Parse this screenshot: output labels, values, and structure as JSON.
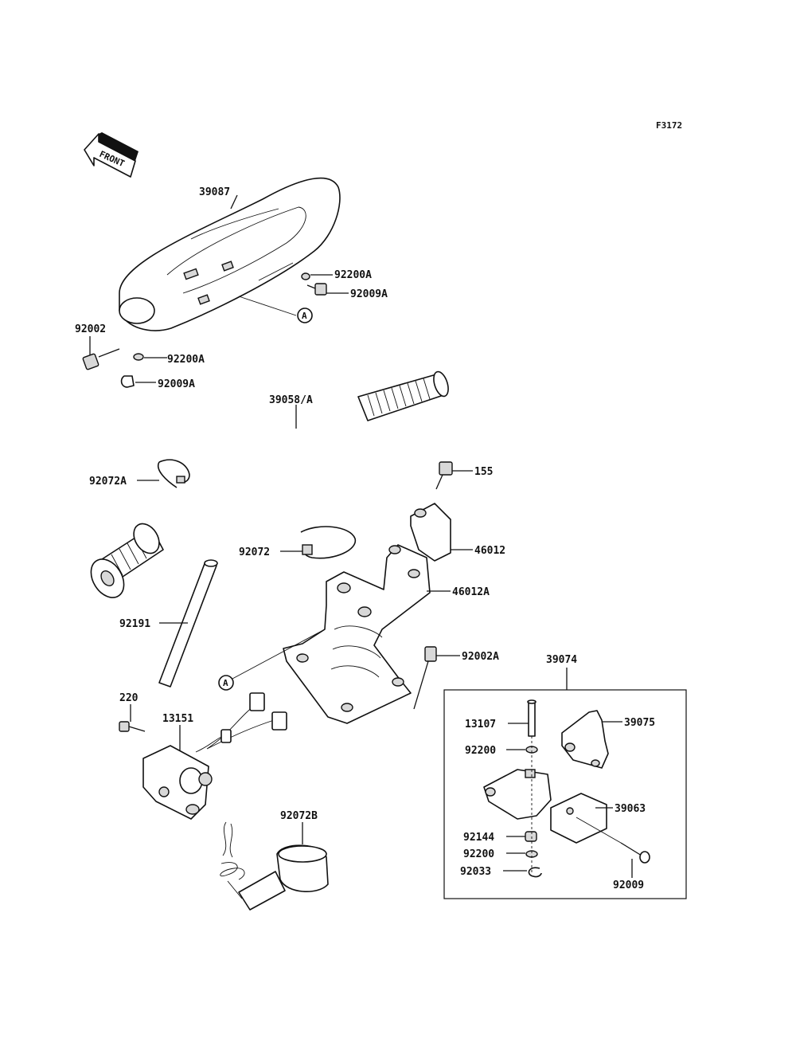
{
  "figure_code": "F3172",
  "front_arrow": {
    "label": "FRONT",
    "icon": "front-direction-arrow-icon"
  },
  "ref_marker": "A",
  "parts": {
    "p39087": "39087",
    "p92200A_1": "92200A",
    "p92009A_1": "92009A",
    "p92002": "92002",
    "p92200A_2": "92200A",
    "p92009A_2": "92009A",
    "p39058A": "39058/A",
    "p92072A": "92072A",
    "p155": "155",
    "p92072": "92072",
    "p46012": "46012",
    "p46012A": "46012A",
    "p92191": "92191",
    "p92002A": "92002A",
    "p39074": "39074",
    "p220": "220",
    "p13151": "13151",
    "p13107": "13107",
    "p39075": "39075",
    "p92200_1": "92200",
    "p39063": "39063",
    "p92144": "92144",
    "p92200_2": "92200",
    "p92033": "92033",
    "p92009": "92009",
    "p92072B": "92072B"
  }
}
